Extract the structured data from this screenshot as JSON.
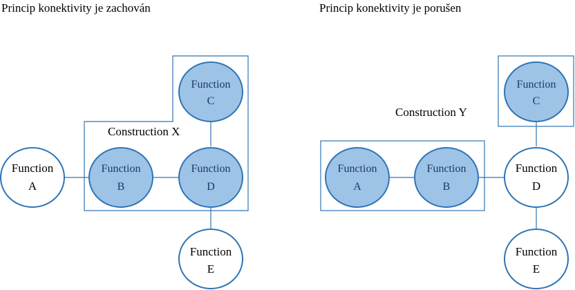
{
  "titles": {
    "left": "Princip konektivity je zachován",
    "right": "Princip konektivity je porušen"
  },
  "constructions": {
    "left": "Construction X",
    "right": "Construction Y"
  },
  "left_nodes": {
    "a": {
      "line1": "Function",
      "line2": "A"
    },
    "b": {
      "line1": "Function",
      "line2": "B"
    },
    "c": {
      "line1": "Function",
      "line2": "C"
    },
    "d": {
      "line1": "Function",
      "line2": "D"
    },
    "e": {
      "line1": "Function",
      "line2": "E"
    }
  },
  "right_nodes": {
    "a": {
      "line1": "Function",
      "line2": "A"
    },
    "b": {
      "line1": "Function",
      "line2": "B"
    },
    "c": {
      "line1": "Function",
      "line2": "C"
    },
    "d": {
      "line1": "Function",
      "line2": "D"
    },
    "e": {
      "line1": "Function",
      "line2": "E"
    }
  },
  "colors": {
    "node_fill_in_construction": "#9dc3e6",
    "node_border": "#2e74b5",
    "frame_border": "#2e74b5",
    "node_fill_outside": "#ffffff"
  }
}
